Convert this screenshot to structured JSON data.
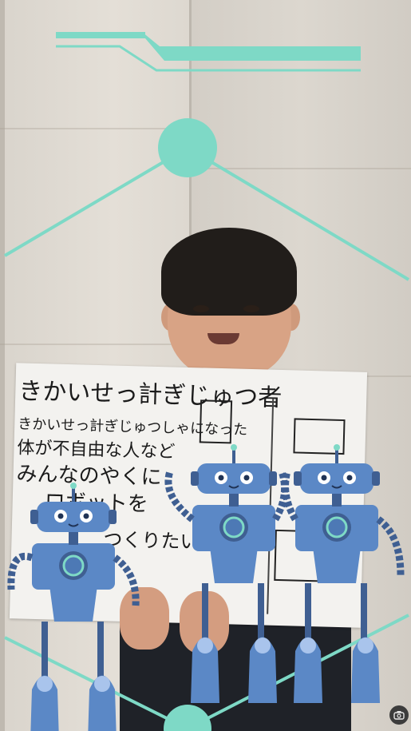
{
  "drawing": {
    "title": "きかいせっ計ぎじゅつ者",
    "line1": "きかいせっ計ぎじゅつしゃになった",
    "line2": "体が不自由な人など",
    "line3": "みんなのやくに",
    "line4": "ロボットを",
    "line5": "つくりたい"
  },
  "colors": {
    "accent": "#7ed9c6",
    "robot_body": "#5b88c6",
    "robot_dark": "#3f5f92",
    "camera_button": "#3c3c3c"
  },
  "icons": {
    "camera_button": "camera-switch-icon",
    "robot": "robot-sticker"
  }
}
